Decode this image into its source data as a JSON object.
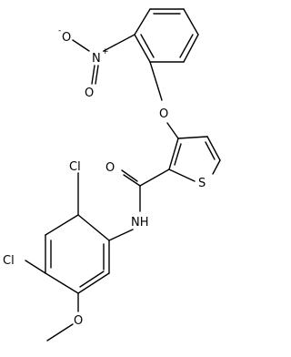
{
  "structure": {
    "atoms": {
      "nitro_n": "N",
      "nitro_n_charge": "+",
      "nitro_o_minus": "O",
      "nitro_o_minus_charge": "-",
      "nitro_o": "O",
      "ether_o": "O",
      "thiophene_s": "S",
      "carbonyl_o": "O",
      "amide_nh": "NH",
      "cl_top": "Cl",
      "cl_bottom": "Cl",
      "methoxy_o": "O"
    }
  }
}
